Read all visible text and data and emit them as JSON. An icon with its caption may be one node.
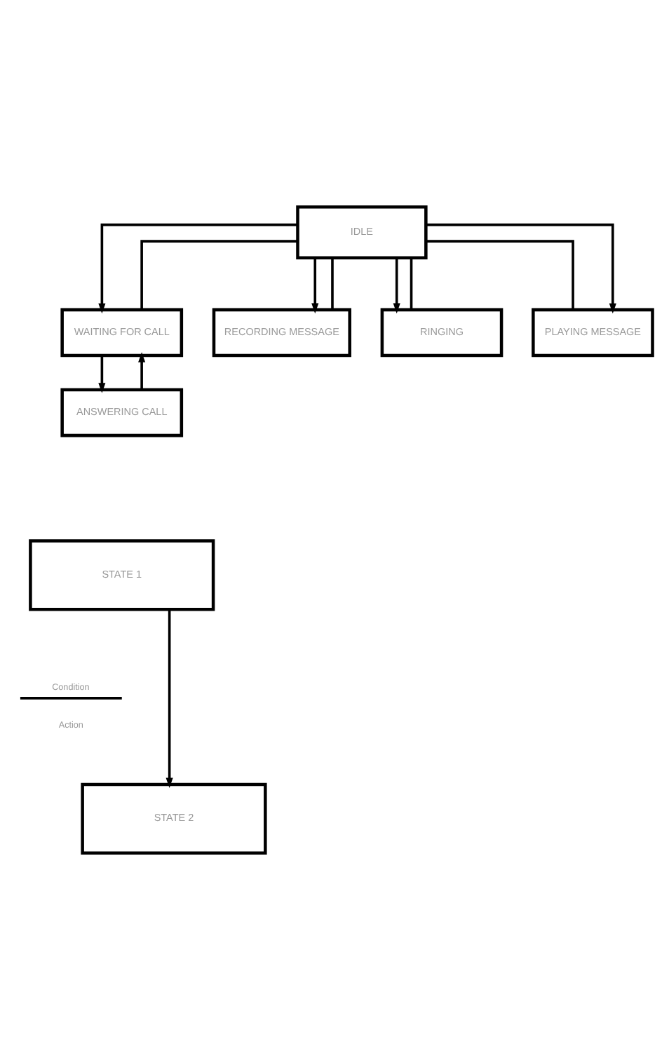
{
  "diagram": {
    "nodes": [
      {
        "text": [
          "IDLE"
        ]
      },
      {
        "text": [
          "WAITING FOR CALL"
        ]
      },
      {
        "text": [
          "RECORDING MESSAGE"
        ]
      },
      {
        "text": [
          "RINGING"
        ]
      },
      {
        "text": [
          "PLAYING MESSAGE"
        ]
      },
      {
        "text": [
          "ANSWERING CALL"
        ]
      },
      {
        "text": [
          "STATE 1"
        ]
      },
      {
        "text": [
          "STATE 2"
        ]
      }
    ],
    "edges": [
      {
        "from": 0,
        "to": 1,
        "arrow": "to"
      },
      {
        "from": 0,
        "to": 1,
        "arrow": "none"
      },
      {
        "from": 0,
        "to": 2,
        "arrow": "to"
      },
      {
        "from": 0,
        "to": 2,
        "arrow": "none"
      },
      {
        "from": 0,
        "to": 3,
        "arrow": "to"
      },
      {
        "from": 0,
        "to": 3,
        "arrow": "none"
      },
      {
        "from": 0,
        "to": 4,
        "arrow": "to"
      },
      {
        "from": 0,
        "to": 4,
        "arrow": "none"
      },
      {
        "from": 1,
        "to": 5,
        "arrow": "to"
      },
      {
        "from": 5,
        "to": 1,
        "arrow": "to"
      },
      {
        "from": 6,
        "to": 7,
        "arrow": "to"
      }
    ],
    "labels": [
      "Condition",
      "Action"
    ]
  }
}
